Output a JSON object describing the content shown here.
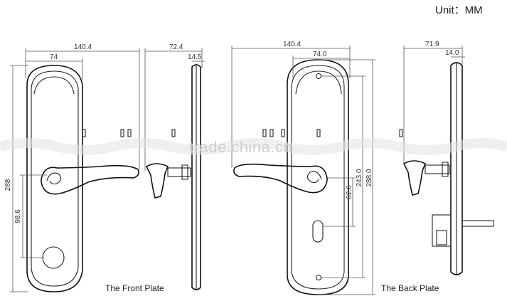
{
  "unit_label": "Unit：MM",
  "watermark": "trade.china.cn",
  "front": {
    "caption": "The Front Plate",
    "dim_width": "140.4",
    "dim_plate_width": "74",
    "dim_height": "288",
    "dim_handle_to_cylinder": "98.6",
    "dim_side_depth": "72.4",
    "dim_side_plate": "14.5"
  },
  "back": {
    "caption": "The Back Plate",
    "dim_width": "140.4",
    "dim_plate_width": "74.0",
    "dim_hole_to_key": "62.6",
    "dim_hole_to_screw": "243.0",
    "dim_height": "288.0",
    "dim_side_depth": "71.9",
    "dim_side_plate": "14.0"
  },
  "colors": {
    "line": "#111111",
    "dimension": "#555555",
    "watermark": "#cfcfcf"
  }
}
